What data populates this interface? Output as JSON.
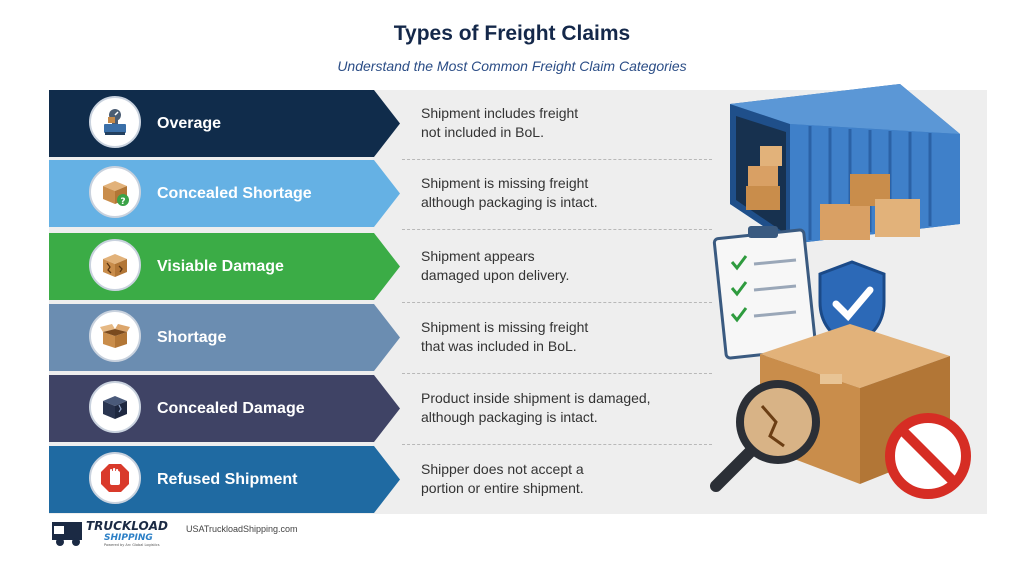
{
  "header": {
    "title": "Types of Freight Claims",
    "subtitle": "Understand the Most Common Freight Claim Categories"
  },
  "claims": [
    {
      "label": "Overage",
      "desc_line1": "Shipment includes freight",
      "desc_line2": "not included in BoL.",
      "color": "#102c4b",
      "icon": "scale-icon"
    },
    {
      "label": "Concealed Shortage",
      "desc_line1": "Shipment is missing freight",
      "desc_line2": "although packaging is intact.",
      "color": "#65b1e4",
      "icon": "box-question-icon"
    },
    {
      "label": "Visiable Damage",
      "desc_line1": "Shipment appears",
      "desc_line2": "damaged upon delivery.",
      "color": "#3bac46",
      "icon": "damaged-box-icon"
    },
    {
      "label": "Shortage",
      "desc_line1": "Shipment is missing freight",
      "desc_line2": "that was included in BoL.",
      "color": "#6b8db1",
      "icon": "open-box-icon"
    },
    {
      "label": "Concealed Damage",
      "desc_line1": "Product inside shipment is damaged,",
      "desc_line2": "although packaging is intact.",
      "color": "#3f4365",
      "icon": "dark-box-icon"
    },
    {
      "label": "Refused Shipment",
      "desc_line1": "Shipper does not accept a",
      "desc_line2": "portion or entire shipment.",
      "color": "#1f6aa2",
      "icon": "stop-hand-icon"
    }
  ],
  "footer": {
    "brand_line1": "TRUCKLOAD",
    "brand_line2": "SHIPPING",
    "brand_tagline": "Powered by Arc Global Logistics",
    "url": "USATruckloadShipping.com"
  }
}
